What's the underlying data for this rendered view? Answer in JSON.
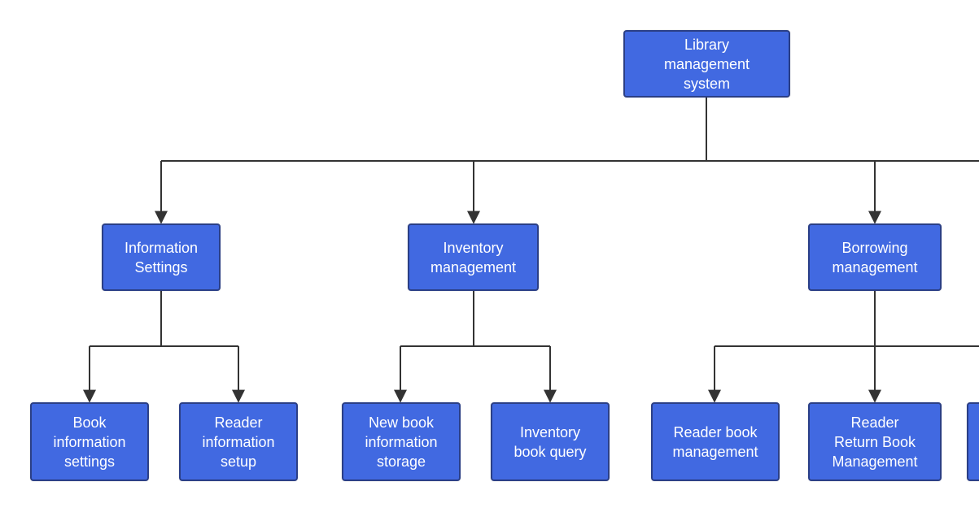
{
  "diagram": {
    "root": {
      "label": "Library\nmanagement\nsystem"
    },
    "level1": {
      "information_settings": {
        "label": "Information\nSettings"
      },
      "inventory_management": {
        "label": "Inventory\nmanagement"
      },
      "borrowing_management": {
        "label": "Borrowing\nmanagement"
      }
    },
    "level2": {
      "book_information_settings": {
        "label": "Book\ninformation\nsettings"
      },
      "reader_information_setup": {
        "label": "Reader\ninformation\nsetup"
      },
      "new_book_information_storage": {
        "label": "New book\ninformation\nstorage"
      },
      "inventory_book_query": {
        "label": "Inventory\nbook query"
      },
      "reader_book_management": {
        "label": "Reader book\nmanagement"
      },
      "reader_return_book_management": {
        "label": "Reader\nReturn Book\nManagement"
      },
      "partial_node": {
        "label": ""
      }
    }
  },
  "colors": {
    "node_fill": "#4169e1",
    "node_border": "#2b3f86",
    "line": "#333333"
  }
}
